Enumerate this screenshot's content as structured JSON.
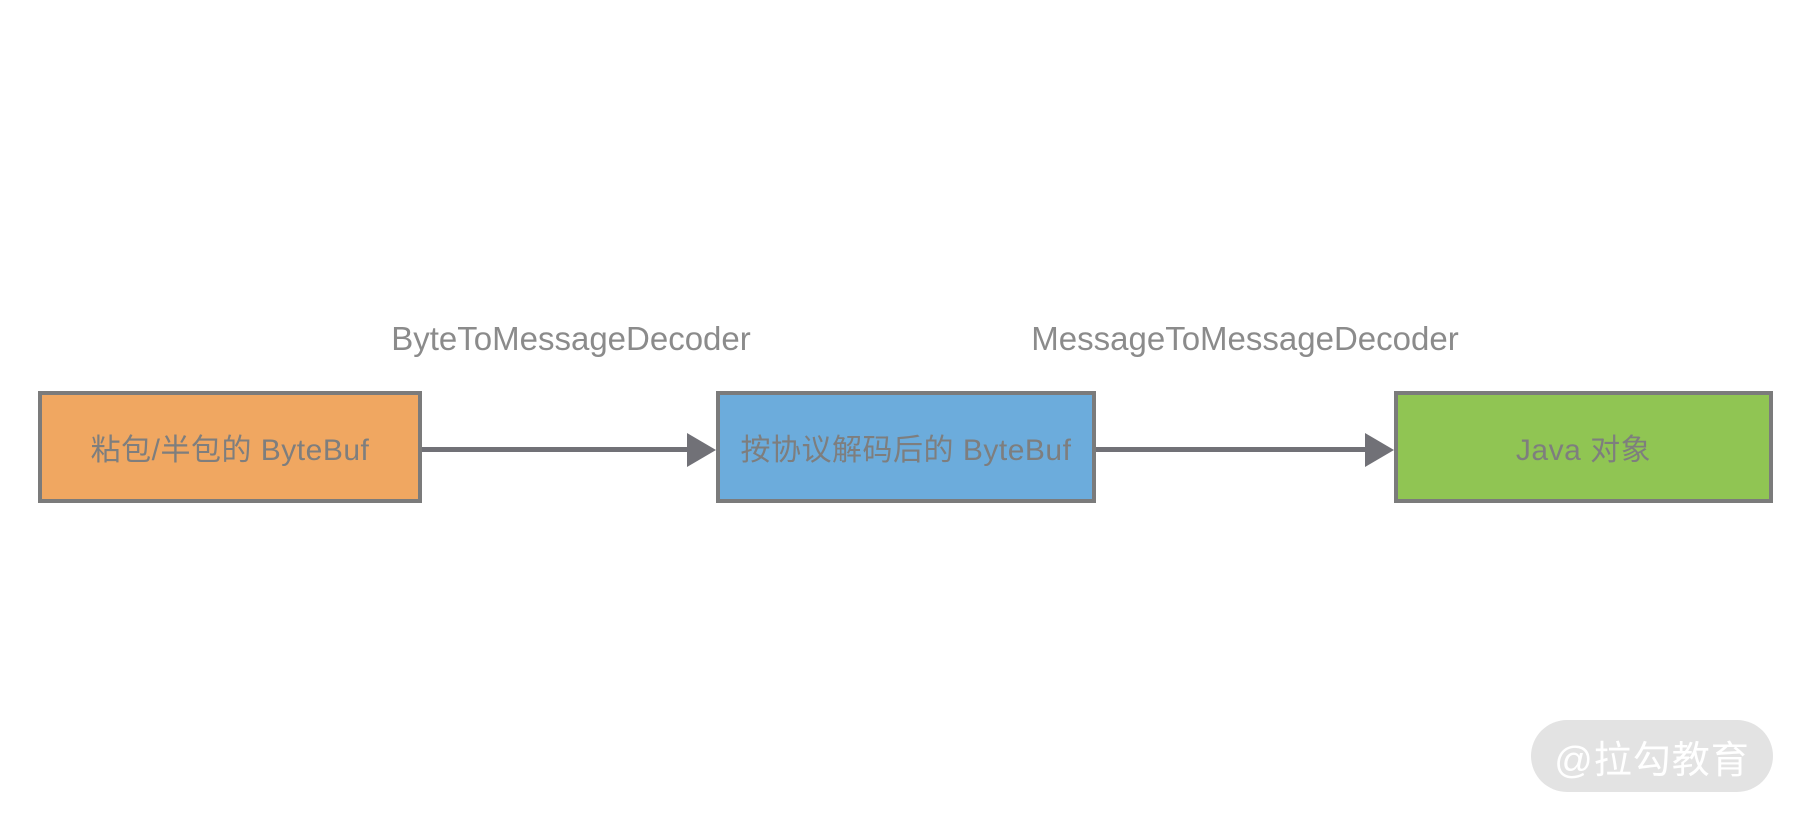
{
  "diagram": {
    "nodes": [
      {
        "id": "sticky-half-packet-bytebuf",
        "label": "粘包/半包的 ByteBuf",
        "fill": "#F0A761"
      },
      {
        "id": "protocol-decoded-bytebuf",
        "label": "按协议解码后的 ByteBuf",
        "fill": "#6CACDC"
      },
      {
        "id": "java-object",
        "label": "Java 对象",
        "fill": "#90C553"
      }
    ],
    "edges": [
      {
        "label": "ByteToMessageDecoder"
      },
      {
        "label": "MessageToMessageDecoder"
      }
    ],
    "colors": {
      "node_border": "#7B7B7B",
      "node_text": "#7E7E7E",
      "edge_label_text": "#8B8B8B",
      "arrow": "#717177",
      "watermark_bg": "#E3E3E3",
      "watermark_text": "#FFFFFF"
    }
  },
  "watermark": {
    "text": "@拉勾教育"
  }
}
